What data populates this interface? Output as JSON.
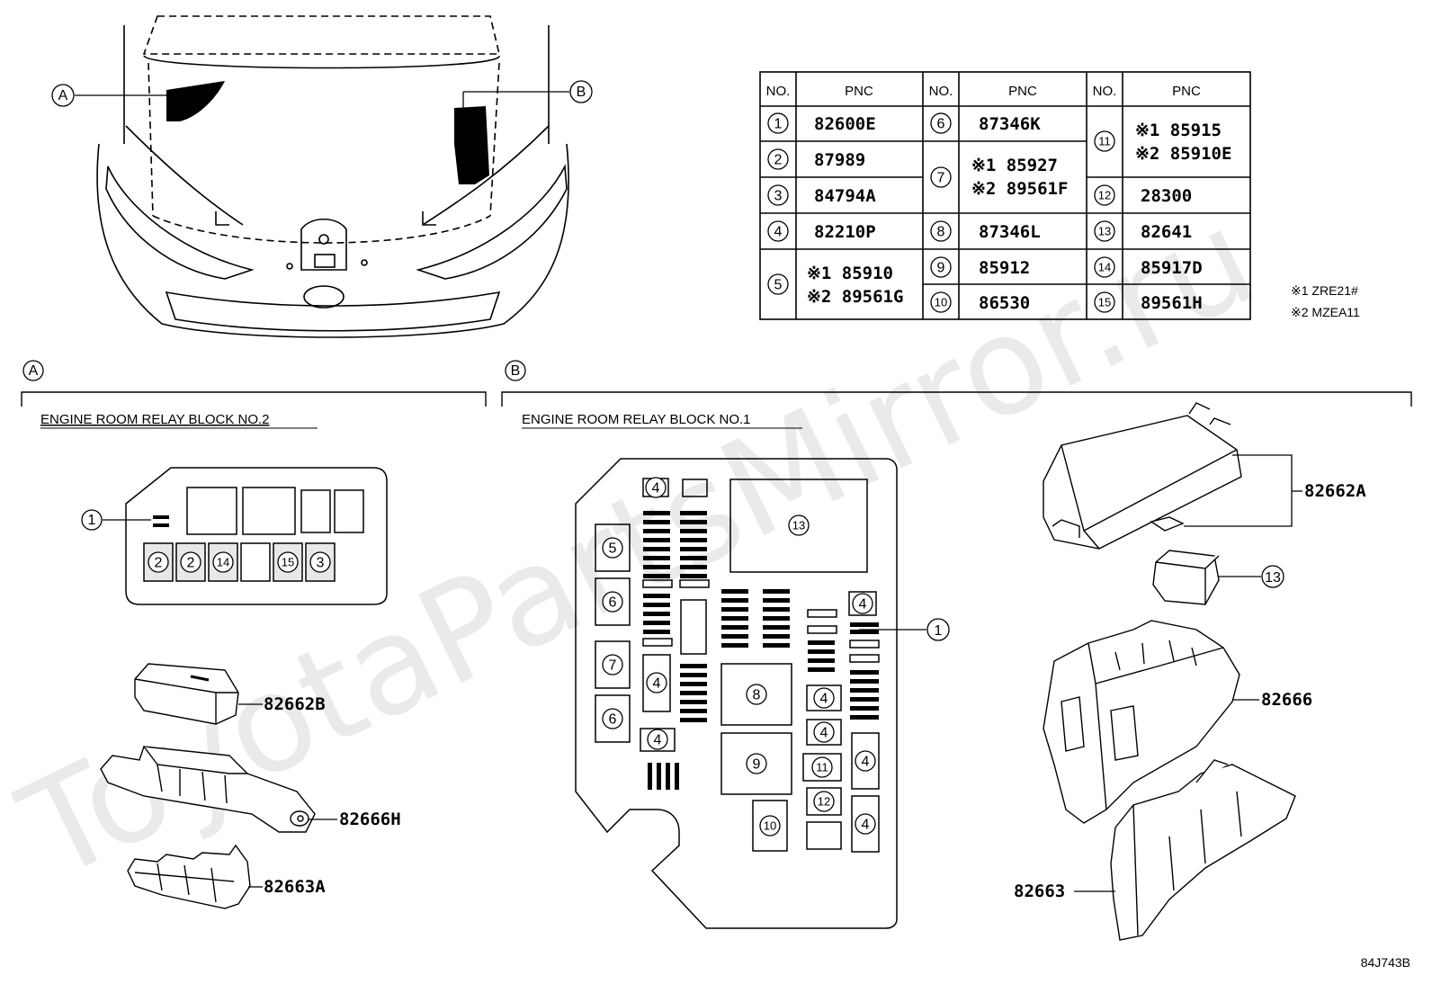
{
  "callouts": {
    "location_a": "A",
    "location_b": "B"
  },
  "table": {
    "col_no": "NO.",
    "col_pnc": "PNC",
    "cells": [
      {
        "no": "1",
        "lines": [
          "82600E"
        ]
      },
      {
        "no": "2",
        "lines": [
          "87989"
        ]
      },
      {
        "no": "3",
        "lines": [
          "84794A"
        ]
      },
      {
        "no": "4",
        "lines": [
          "82210P"
        ]
      },
      {
        "no": "5",
        "lines": [
          "※1 85910",
          "※2 89561G"
        ]
      },
      {
        "no": "6",
        "lines": [
          "87346K"
        ]
      },
      {
        "no": "7",
        "lines": [
          "※1 85927",
          "※2 89561F"
        ]
      },
      {
        "no": "8",
        "lines": [
          "87346L"
        ]
      },
      {
        "no": "9",
        "lines": [
          "85912"
        ]
      },
      {
        "no": "10",
        "lines": [
          "86530"
        ]
      },
      {
        "no": "11",
        "lines": [
          "※1 85915",
          "※2 85910E"
        ]
      },
      {
        "no": "12",
        "lines": [
          "28300"
        ]
      },
      {
        "no": "13",
        "lines": [
          "82641"
        ]
      },
      {
        "no": "14",
        "lines": [
          "85917D"
        ]
      },
      {
        "no": "15",
        "lines": [
          "89561H"
        ]
      }
    ]
  },
  "notes": [
    "※1 ZRE21#",
    "※2 MZEA11"
  ],
  "section_a": {
    "tag": "A",
    "title": "ENGINE ROOM RELAY BLOCK NO.2",
    "block_slots": [
      "2",
      "2",
      "14",
      "15",
      "3"
    ],
    "callout_1": "1",
    "parts": [
      "82662B",
      "82666H",
      "82663A"
    ]
  },
  "section_b": {
    "tag": "B",
    "title": "ENGINE ROOM RELAY BLOCK NO.1",
    "block_slots": [
      "4",
      "5",
      "6",
      "7",
      "4",
      "6",
      "4",
      "13",
      "8",
      "9",
      "10",
      "4",
      "4",
      "4",
      "11",
      "12",
      "4",
      "4"
    ],
    "callout_1": "1",
    "callout_13": "13",
    "parts": [
      "82662A",
      "82666",
      "82663"
    ]
  },
  "watermark": "ToyotaPartsMirror.ru",
  "drawing_code": "84J743B"
}
